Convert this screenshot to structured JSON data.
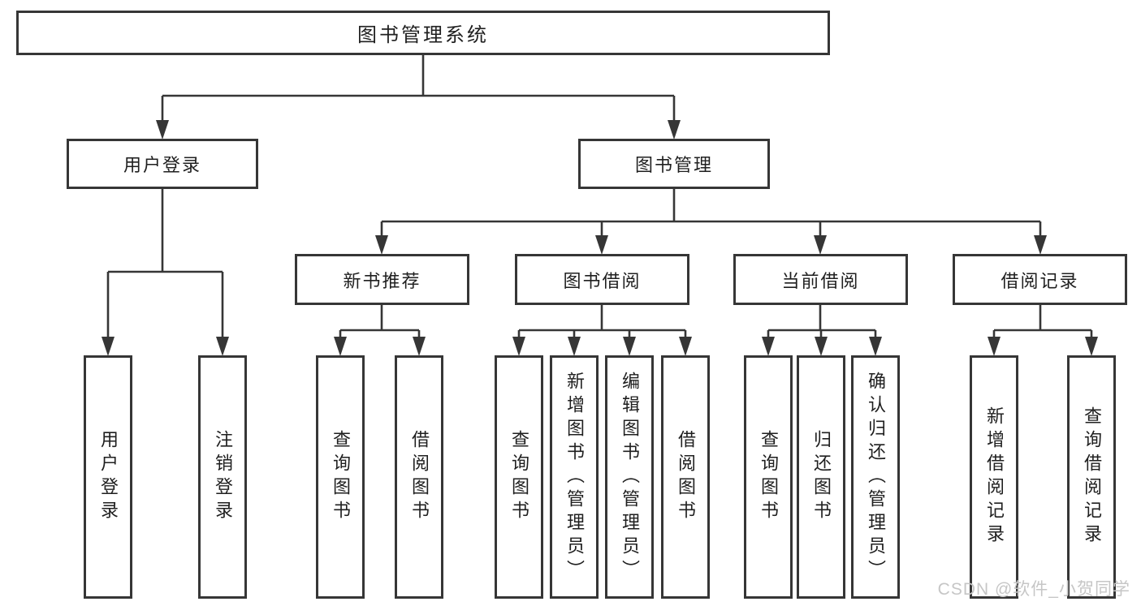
{
  "colors": {
    "background": "#ffffff",
    "box_border": "#363636",
    "connector": "#363636",
    "text": "#1f1f1f",
    "watermark_text": "#c6c6c6"
  },
  "watermark": {
    "text": "CSDN @软件_小贺同学"
  },
  "tree": {
    "root": {
      "label": "图书管理系统"
    },
    "branches": [
      {
        "id": "user-login",
        "label": "用户登录",
        "leaves": [
          {
            "label": "用户登录"
          },
          {
            "label": "注销登录"
          }
        ]
      },
      {
        "id": "book-management",
        "label": "图书管理",
        "groups": [
          {
            "id": "new-book-recommend",
            "label": "新书推荐",
            "leaves": [
              {
                "label": "查询图书"
              },
              {
                "label": "借阅图书"
              }
            ]
          },
          {
            "id": "book-borrow",
            "label": "图书借阅",
            "leaves": [
              {
                "label": "查询图书"
              },
              {
                "label": "新增图书（管理员）"
              },
              {
                "label": "编辑图书（管理员）"
              },
              {
                "label": "借阅图书"
              }
            ]
          },
          {
            "id": "current-borrow",
            "label": "当前借阅",
            "leaves": [
              {
                "label": "查询图书"
              },
              {
                "label": "归还图书"
              },
              {
                "label": "确认归还（管理员）"
              }
            ]
          },
          {
            "id": "borrow-records",
            "label": "借阅记录",
            "leaves": [
              {
                "label": "新增借阅记录"
              },
              {
                "label": "查询借阅记录"
              }
            ]
          }
        ]
      }
    ]
  }
}
